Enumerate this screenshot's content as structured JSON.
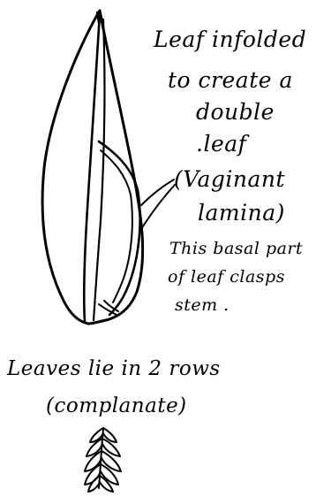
{
  "annotations": {
    "infold": [
      "Leaf infolded",
      "to create a",
      "double",
      ".leaf"
    ],
    "vaginant": [
      "(Vaginant",
      "lamina)"
    ],
    "basal": [
      "This basal part",
      "of leaf clasps",
      "stem ."
    ],
    "rows": [
      "Leaves lie in 2 rows",
      "(complanate)"
    ]
  },
  "colors": {
    "ink": "#000000",
    "paper": "#ffffff"
  }
}
